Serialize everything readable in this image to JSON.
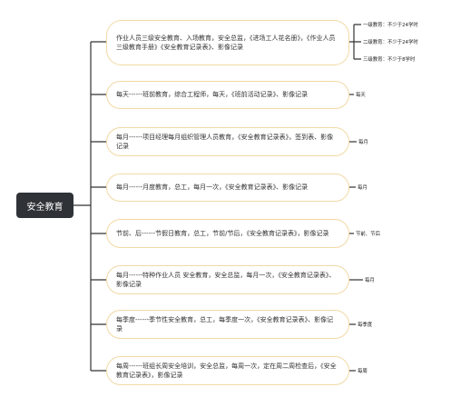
{
  "root": {
    "label": "安全教育"
  },
  "branches": [
    {
      "text": "作业人员三级安全教育、入场教育，安全总监，《进场工人花名册》，《作业人员三级教育手册》《安全教育记录表》、影像记录",
      "tags": [
        "一级教育：不少于24学时",
        "二级教育：不少于24学时",
        "三级教育：不少于8学时"
      ]
    },
    {
      "text": "每天------班前教育，综合工程师，每天，《班前活动记录》、影像记录",
      "tags": [
        "每天"
      ]
    },
    {
      "text": "每月------项目经理每月组织管理人员教育，《安全教育记录表》，签到表、影像记录",
      "tags": [
        "每月"
      ]
    },
    {
      "text": "每月------月度教育，总工，每月一次，《安全教育记录表》、影像记录",
      "tags": [
        "每月"
      ]
    },
    {
      "text": "节前、后------节假日教育，总工，节前/节后，《安全教育记录表》，影像记录",
      "tags": [
        "节前、节后"
      ]
    },
    {
      "text": "每月------特种作业人员 安全教育，安全总监，每月一次，《安全教育记录表》、影像记录",
      "tags": [
        "每月"
      ]
    },
    {
      "text": "每季度------季节性安全教育，总工，每季度一次，《安全教育记录表》、影像记录",
      "tags": [
        "每季度"
      ]
    },
    {
      "text": "每周------班组长周安全培训，安全总监，每周一次，定在周二周检查后，《安全教育记录表》，影像记录",
      "tags": [
        "每周"
      ]
    }
  ]
}
